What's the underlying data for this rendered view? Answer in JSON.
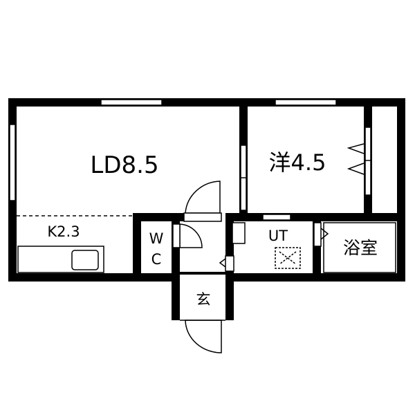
{
  "floorplan": {
    "rooms": {
      "ld": "LD8.5",
      "kitchen": "K2.3",
      "western": "洋4.5",
      "wc_top": "W",
      "wc_bottom": "C",
      "utility": "UT",
      "bath": "浴室",
      "entrance": "玄"
    },
    "colors": {
      "wall": "#000000",
      "background": "#ffffff"
    }
  }
}
